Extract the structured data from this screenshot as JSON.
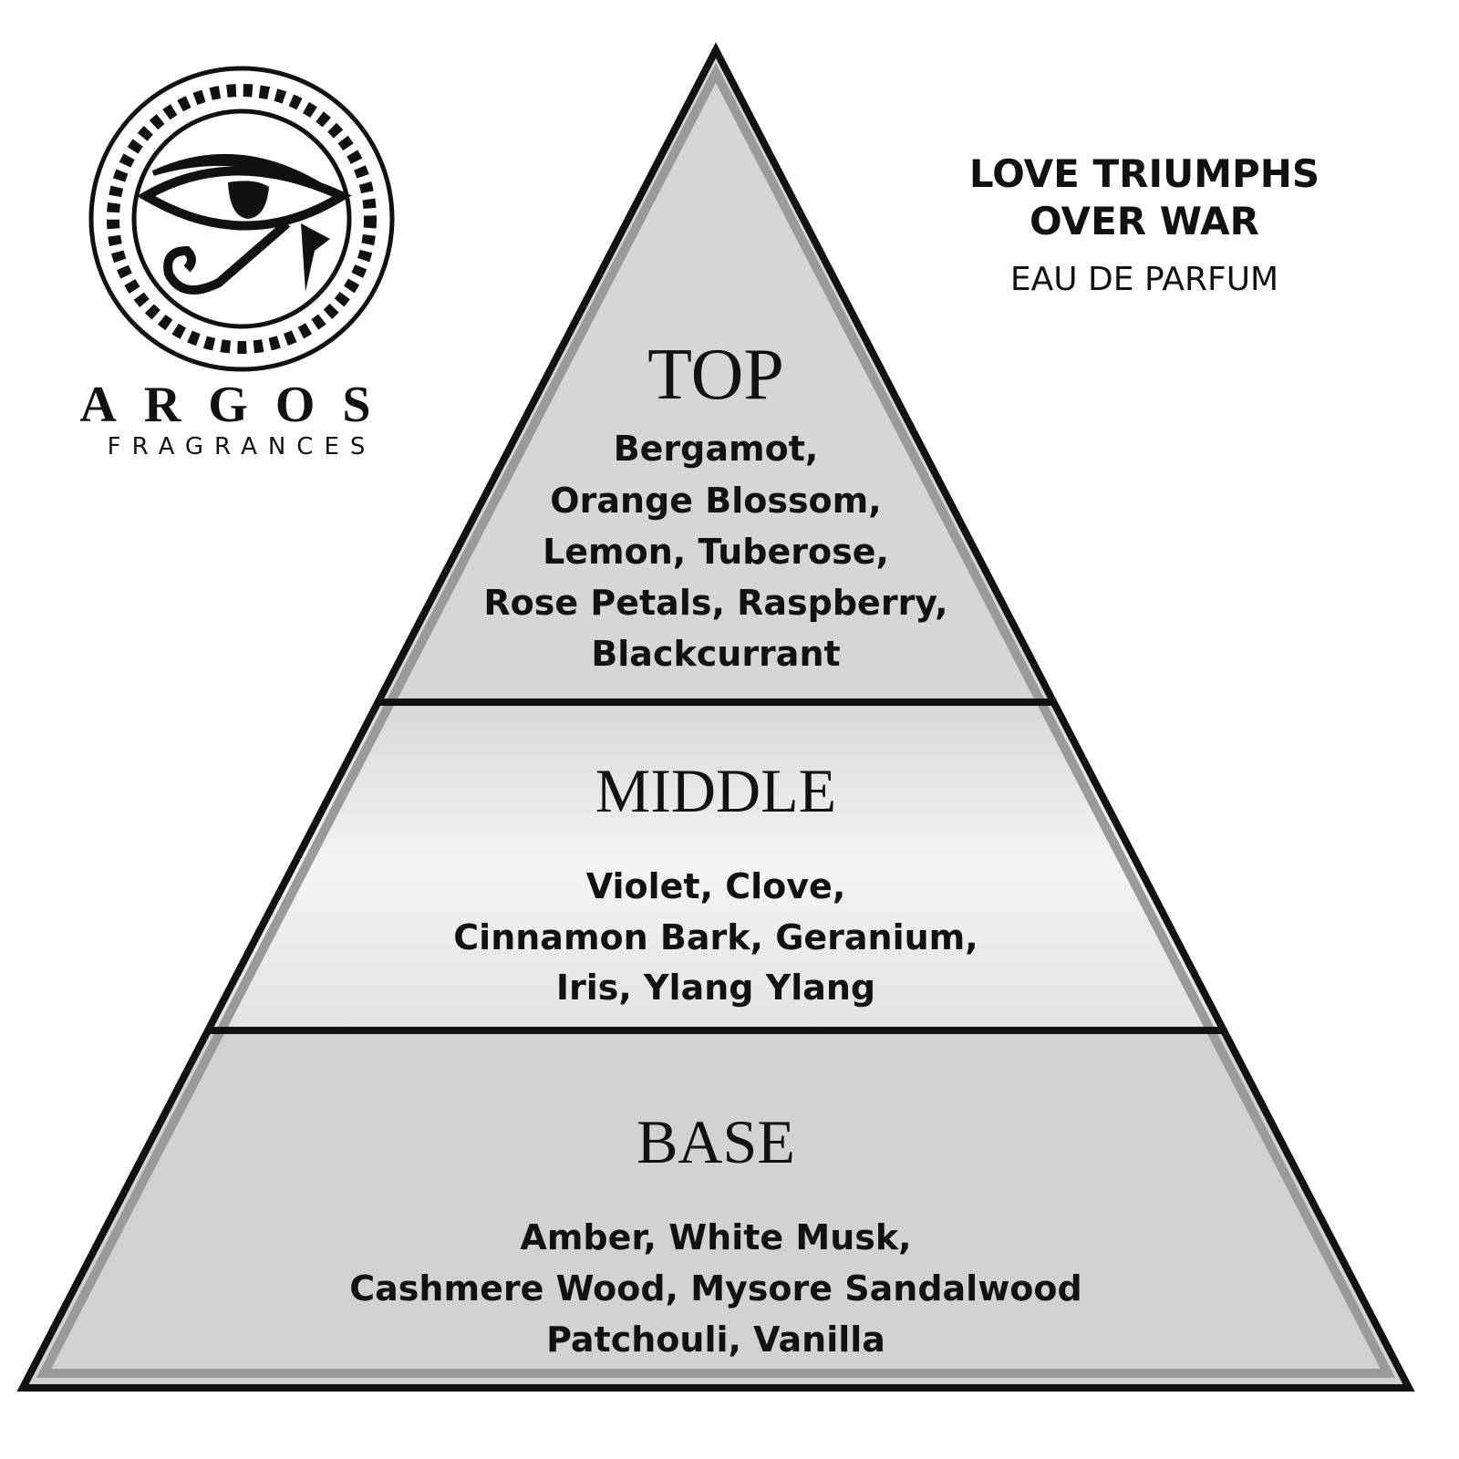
{
  "brand": {
    "name": "ARGOS",
    "subtitle": "FRAGRANCES"
  },
  "product": {
    "title_line1": "LOVE TRIUMPHS",
    "title_line2": "OVER WAR",
    "type": "EAU DE PARFUM"
  },
  "tiers": {
    "top": {
      "label": "TOP",
      "notes": [
        "Bergamot,",
        "Orange Blossom,",
        "Lemon, Tuberose,",
        "Rose Petals, Raspberry,",
        "Blackcurrant"
      ]
    },
    "middle": {
      "label": "MIDDLE",
      "notes": [
        "Violet, Clove,",
        "Cinnamon Bark, Geranium,",
        "Iris, Ylang Ylang"
      ]
    },
    "base": {
      "label": "BASE",
      "notes": [
        "Amber, White Musk,",
        "Cashmere Wood, Mysore Sandalwood",
        "Patchouli, Vanilla"
      ]
    }
  },
  "colors": {
    "outline": "#111111",
    "fill_top": "#d6d6d6",
    "fill_base": "#d2d2d2",
    "inner_edge": "#9a9a9a"
  }
}
